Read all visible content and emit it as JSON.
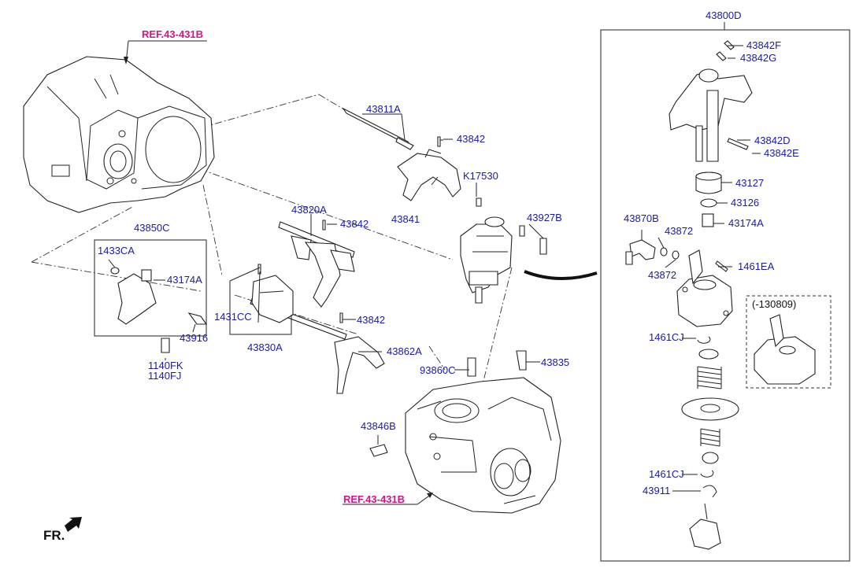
{
  "colors": {
    "part_label": "#1a1aa8",
    "reference_label": "#d6128a",
    "line": "#222222"
  },
  "refs": {
    "top": "REF.43-431B",
    "bottom": "REF.43-431B"
  },
  "labels": {
    "p43800D": "43800D",
    "p43842F": "43842F",
    "p43842G": "43842G",
    "p43842D": "43842D",
    "p43842E": "43842E",
    "p43127": "43127",
    "p43126": "43126",
    "p43174A_r": "43174A",
    "p43870B": "43870B",
    "p43872_a": "43872",
    "p43872_b": "43872",
    "p1461EA": "1461EA",
    "p1461CJ_a": "1461CJ",
    "p1461CJ_b": "1461CJ",
    "p43911": "43911",
    "p43811A": "43811A",
    "p43842_a": "43842",
    "pK17530": "K17530",
    "p43841": "43841",
    "p43927B": "43927B",
    "p43820A": "43820A",
    "p43842_b": "43842",
    "p43850C": "43850C",
    "p1433CA": "1433CA",
    "p43174A_l": "43174A",
    "p1431CC": "1431CC",
    "p43842_c": "43842",
    "p43916": "43916",
    "p43830A": "43830A",
    "p43862A": "43862A",
    "p1140FK": "1140FK",
    "p1140FJ": "1140FJ",
    "p93860C": "93860C",
    "p43835": "43835",
    "p43846B": "43846B"
  },
  "inset": {
    "variant": "(-130809)"
  },
  "direction": {
    "front": "FR."
  },
  "icons": {
    "front_arrow": "front-arrow-icon"
  }
}
